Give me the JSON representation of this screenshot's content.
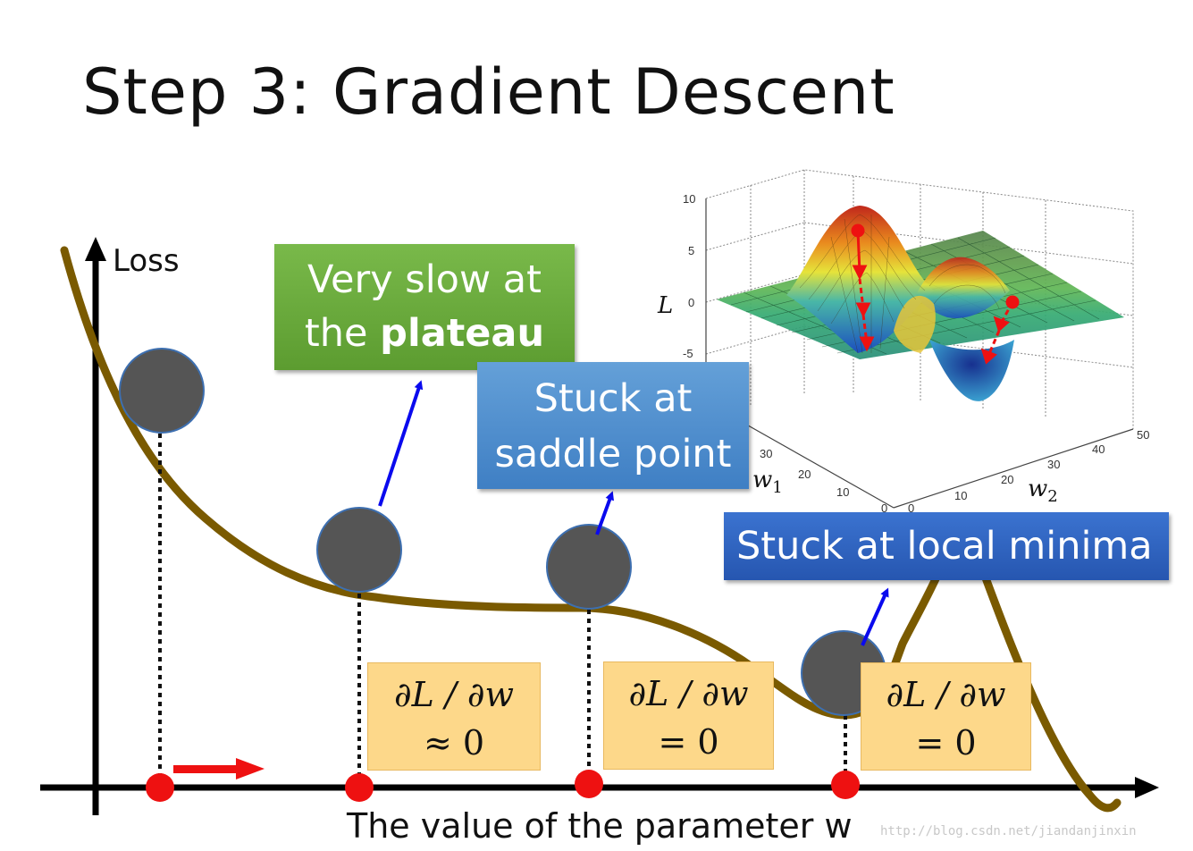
{
  "title": "Step 3: Gradient Descent",
  "axes": {
    "y_label": "Loss",
    "x_label": "The value of the parameter w"
  },
  "callouts": {
    "plateau": {
      "line1": "Very slow at",
      "line2_prefix": "the ",
      "line2_bold": "plateau"
    },
    "saddle": {
      "line1": "Stuck at",
      "line2": "saddle point"
    },
    "local_minima": {
      "text": "Stuck at local minima"
    }
  },
  "derivatives": [
    {
      "expr": "∂L / ∂w",
      "value": "≈ 0"
    },
    {
      "expr": "∂L / ∂w",
      "value": "= 0"
    },
    {
      "expr": "∂L / ∂w",
      "value": "= 0"
    }
  ],
  "surface_plot": {
    "z_label": "L",
    "x_label": "w",
    "x_sub": "1",
    "y_label": "w",
    "y_sub": "2",
    "z_ticks": [
      "10",
      "5",
      "0",
      "-5"
    ],
    "w1_ticks": [
      "30",
      "20",
      "10",
      "0"
    ],
    "w2_ticks": [
      "0",
      "10",
      "20",
      "30",
      "40",
      "50"
    ]
  },
  "colors": {
    "curve": "#7a5a00",
    "ball": "#555555",
    "ball_outline": "#3d6fb0",
    "point": "#ee1111",
    "arrow_blue": "#0a0aee",
    "arrow_red": "#ee1111"
  },
  "watermark": "http://blog.csdn.net/jiandanjinxin"
}
